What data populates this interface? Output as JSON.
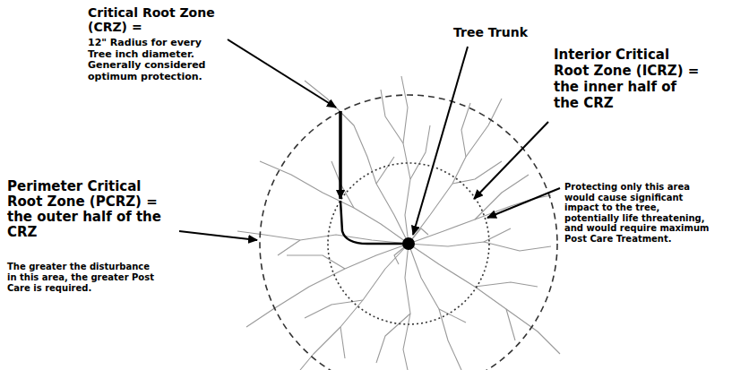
{
  "diagram": {
    "labels": [
      "Critical Root Zone (CRZ) =",
      "12\" Radius for every Tree inch diameter. Generally considered optimum protection.",
      "Tree Trunk",
      "Interior Critical Root Zone (ICRZ) = the inner half of the CRZ",
      "Protecting only this area would cause significant impact to the tree, potentially life threatening, and would require maximum Post Care Treatment.",
      "Perimeter Critical Root Zone (PCRZ) = the outer half of the CRZ",
      "The greater the disturbance in this area, the greater Post Care is required."
    ]
  }
}
